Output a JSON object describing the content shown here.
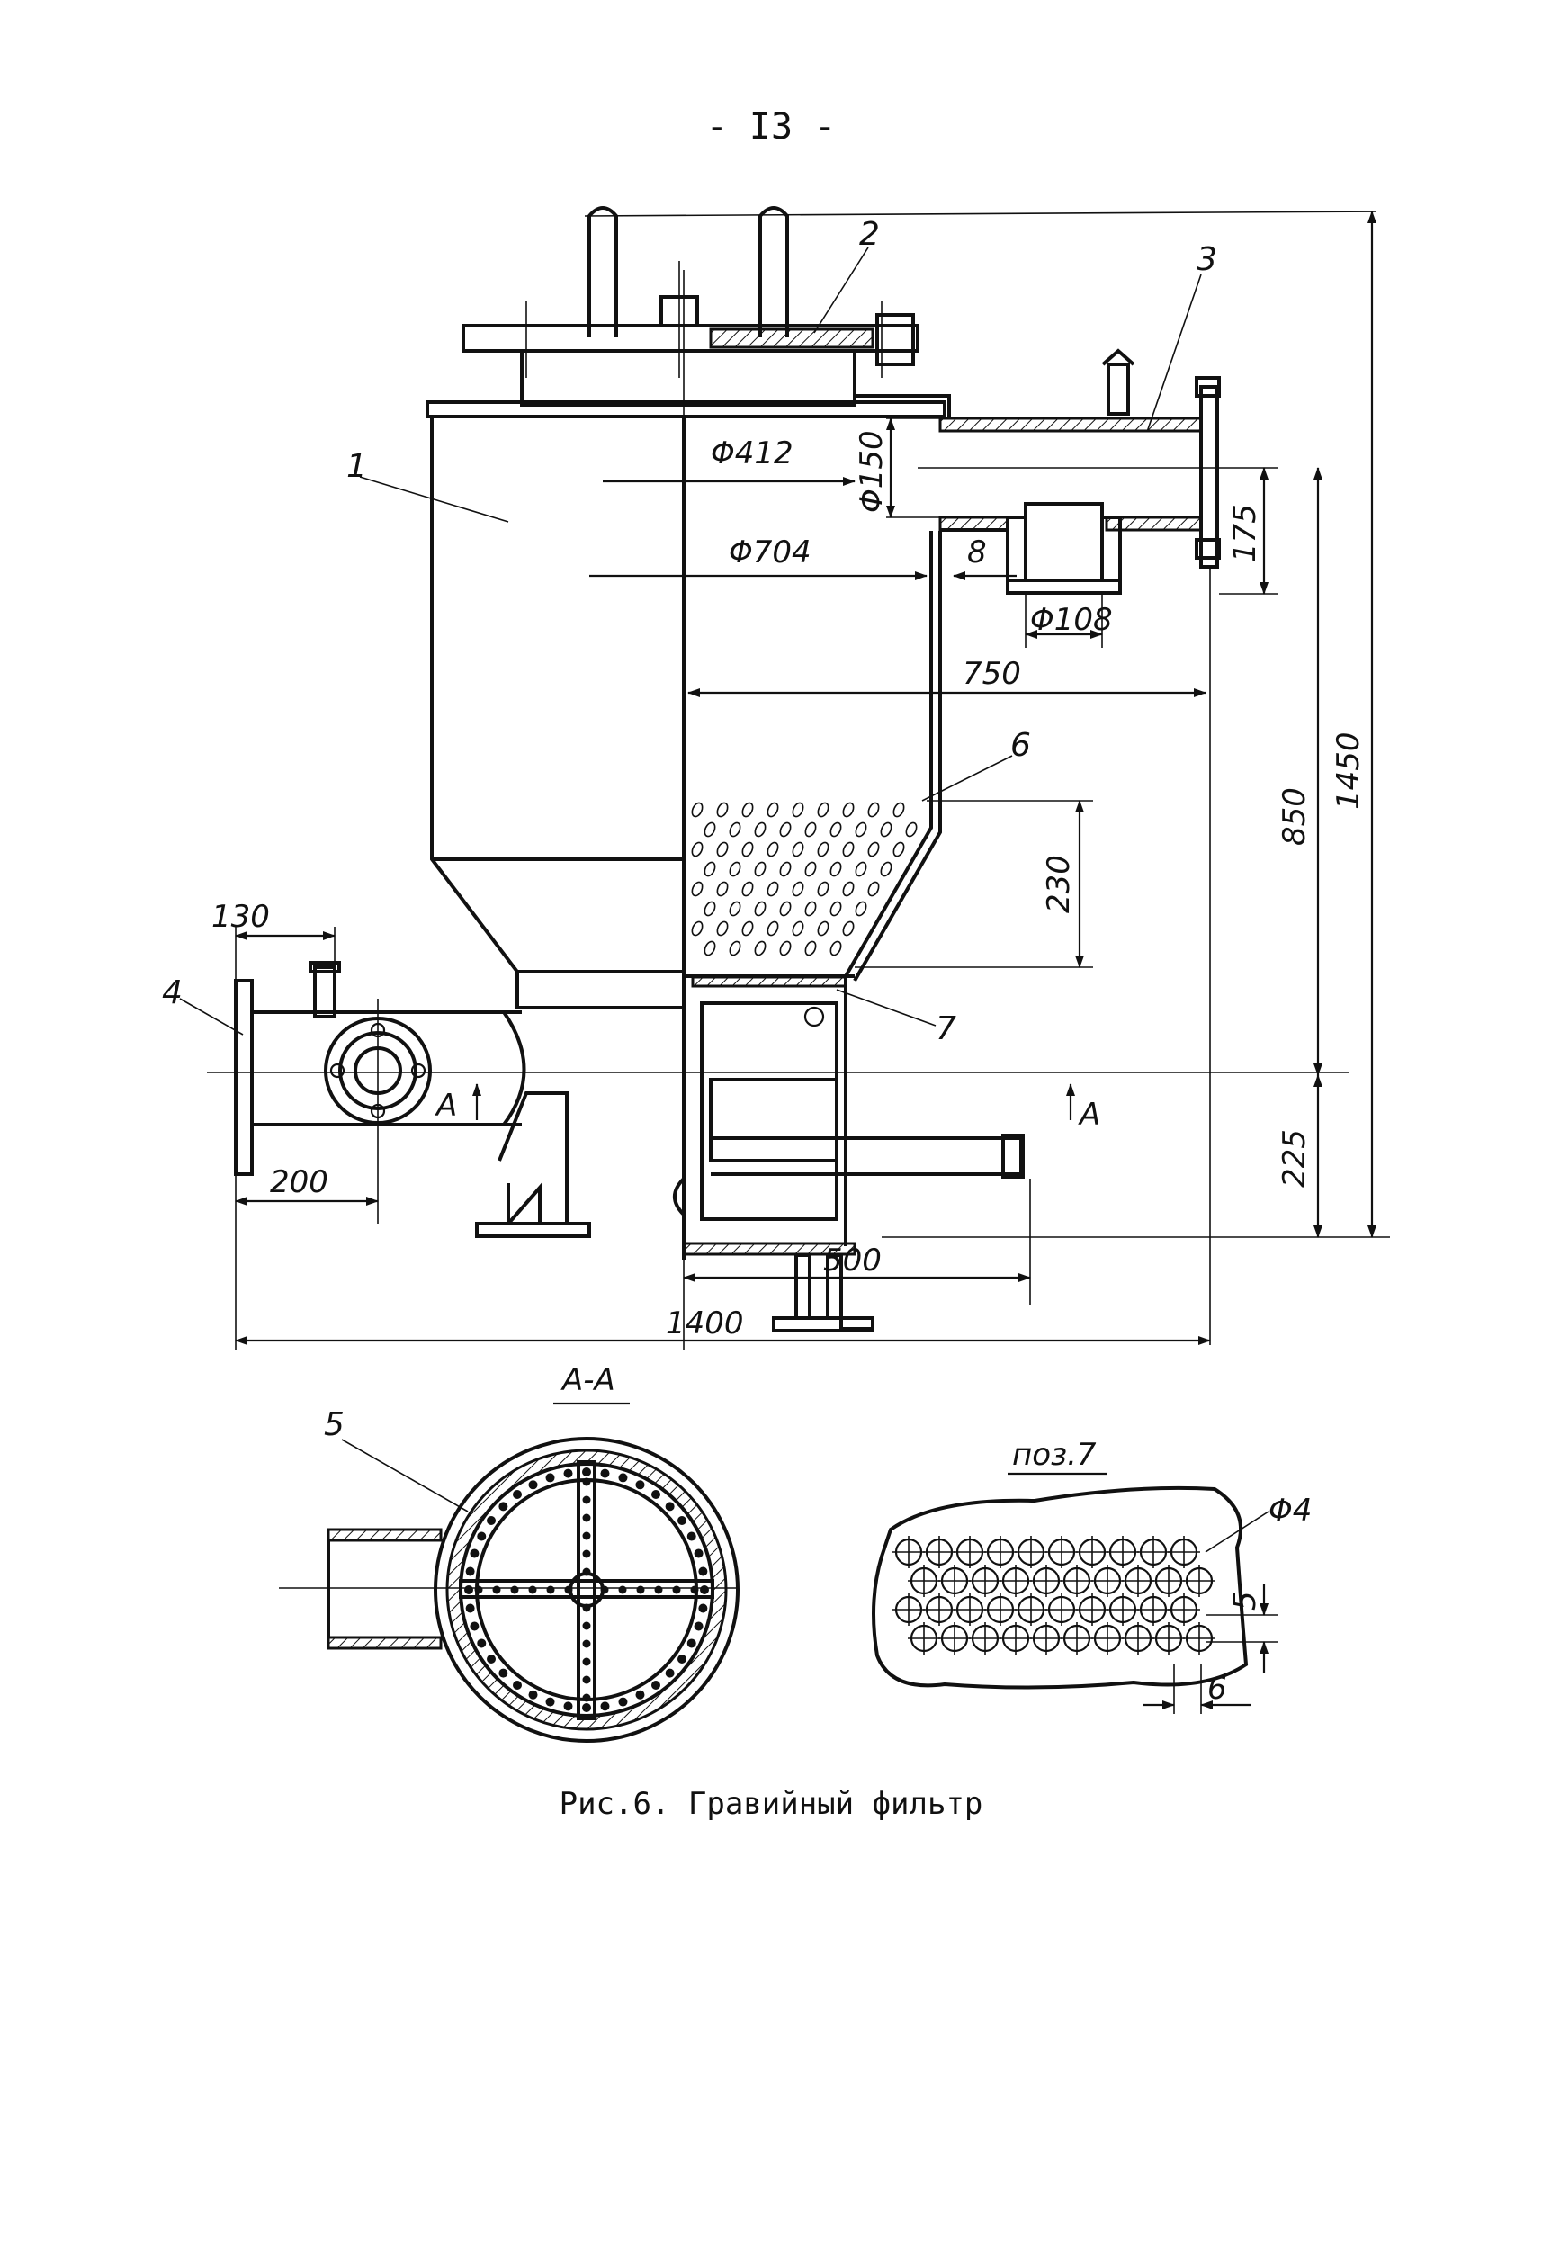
{
  "page_number": "- I3 -",
  "caption": "Рис.6. Гравийный фильтр",
  "callouts": {
    "c1": "1",
    "c2": "2",
    "c3": "3",
    "c4": "4",
    "c5": "5",
    "c6": "6",
    "c7": "7"
  },
  "dimensions": {
    "d412": "Φ412",
    "d150": "Φ150",
    "d704": "Φ704",
    "d8": "8",
    "d108": "Φ108",
    "d175": "175",
    "d750": "750",
    "d850": "850",
    "d1450": "1450",
    "d230": "230",
    "d130": "130",
    "d200": "200",
    "d225": "225",
    "d500": "500",
    "d1400": "1400"
  },
  "section_marks": {
    "a1": "A",
    "a2": "A",
    "section_title": "A-A"
  },
  "detail": {
    "title": "поз.7",
    "hole_dim": "Φ4",
    "pitch_v": "5",
    "pitch_h": "6"
  }
}
